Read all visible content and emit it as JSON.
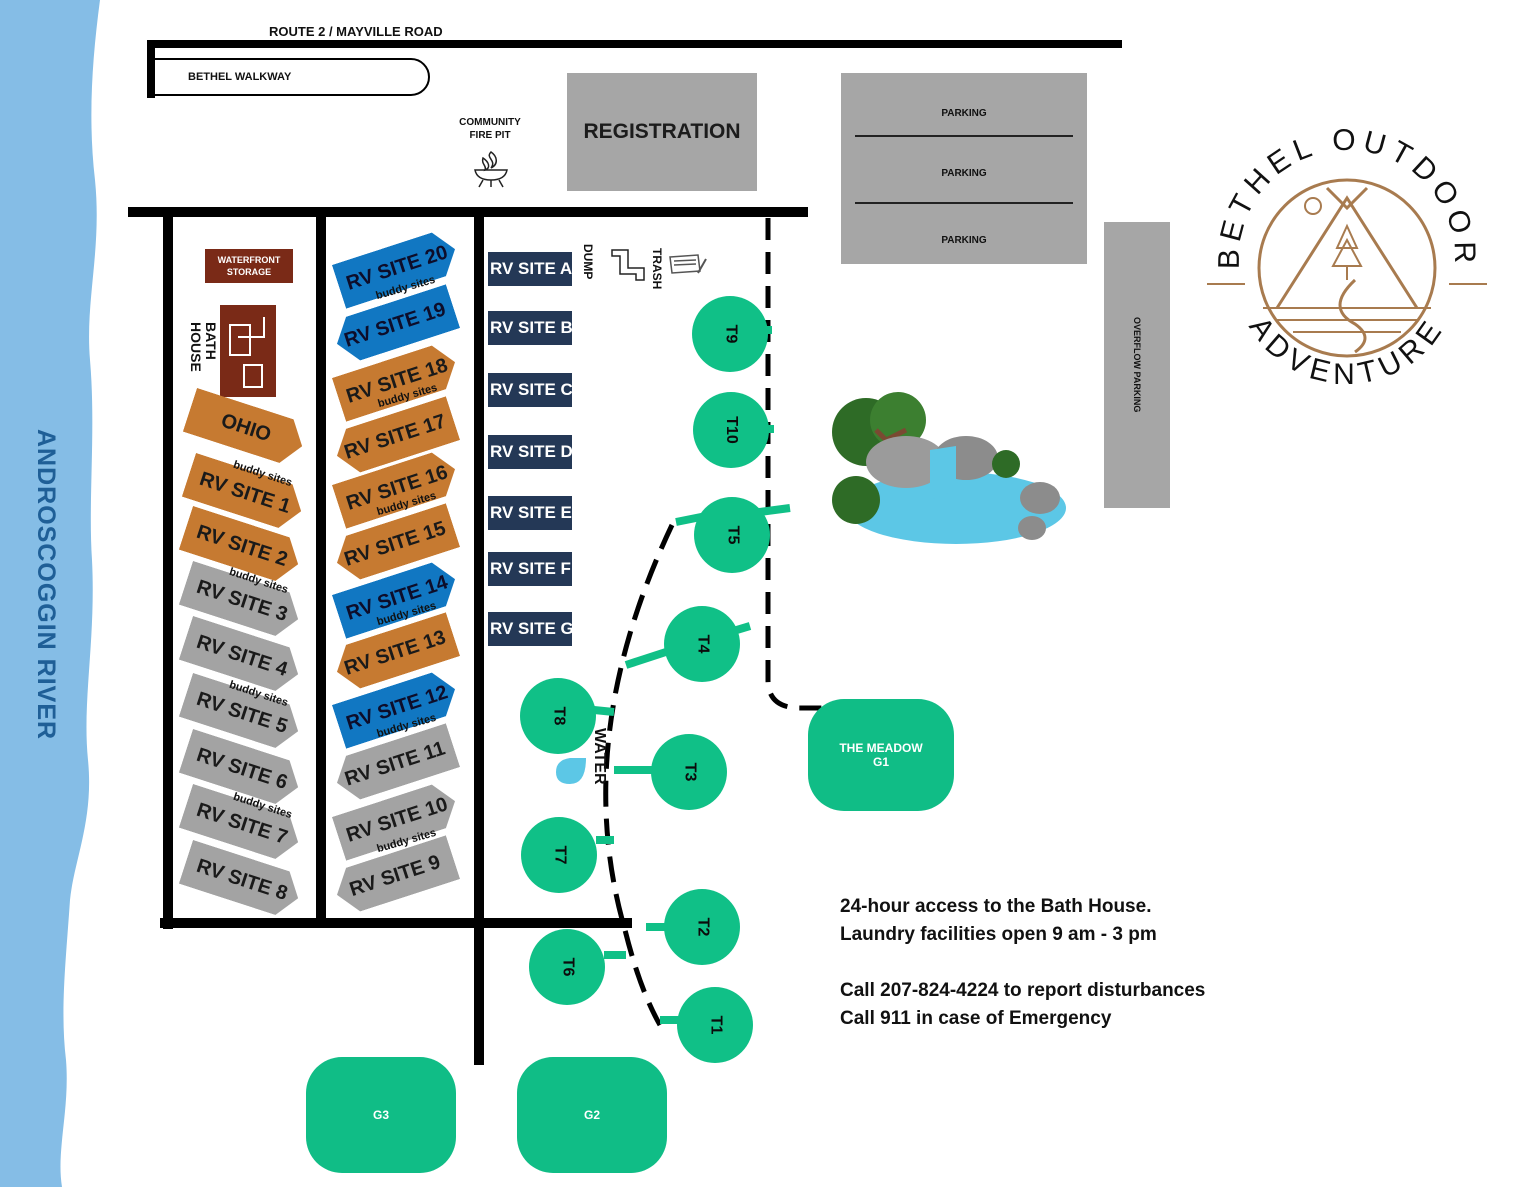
{
  "river": "ANDROSCOGGIN RIVER",
  "road_label": "ROUTE 2 / MAYVILLE ROAD",
  "walkway": "BETHEL WALKWAY",
  "fire_pit": [
    "COMMUNITY",
    "FIRE PIT"
  ],
  "registration": "REGISTRATION",
  "parking": [
    "PARKING",
    "PARKING",
    "PARKING"
  ],
  "overflow_parking": "OVERFLOW PARKING",
  "logo": {
    "top": "BETHEL OUTDOOR",
    "bottom": "ADVENTURE"
  },
  "waterfront_storage": [
    "WATERFRONT",
    "STORAGE"
  ],
  "bath_house": [
    "BATH",
    "HOUSE"
  ],
  "dump": "DUMP",
  "trash": "TRASH",
  "water": "WATER",
  "buddy_label": "buddy sites",
  "col1_sites": [
    "OHIO",
    "RV SITE 1",
    "RV SITE 2",
    "RV SITE 3",
    "RV SITE 4",
    "RV SITE 5",
    "RV SITE 6",
    "RV SITE 7",
    "RV SITE 8"
  ],
  "col2_sites": [
    "RV SITE 20",
    "RV SITE 19",
    "RV SITE 18",
    "RV SITE 17",
    "RV SITE 16",
    "RV SITE 15",
    "RV SITE 14",
    "RV SITE 13",
    "RV SITE 12",
    "RV SITE 11",
    "RV SITE 10",
    "RV SITE 9"
  ],
  "col3_sites": [
    "RV SITE A",
    "RV SITE B",
    "RV SITE C",
    "RV SITE D",
    "RV SITE E",
    "RV SITE F",
    "RV SITE G"
  ],
  "tents": [
    "T9",
    "T10",
    "T5",
    "T4",
    "T8",
    "T3",
    "T7",
    "T2",
    "T6",
    "T1"
  ],
  "meadow": [
    "THE MEADOW",
    "G1"
  ],
  "groups": [
    "G3",
    "G2"
  ],
  "info": {
    "line1": "24-hour access to the Bath House.",
    "line2": "Laundry facilities open 9 am - 3 pm",
    "line3": "Call 207-824-4224 to report disturbances",
    "line4": "Call 911 in case of Emergency"
  },
  "colors": {
    "river": "#85bde6",
    "tent_green": "#10c087",
    "orange": "#c67a31",
    "blue": "#1177c2",
    "navy": "#243856",
    "logo": "#a87b4f"
  }
}
